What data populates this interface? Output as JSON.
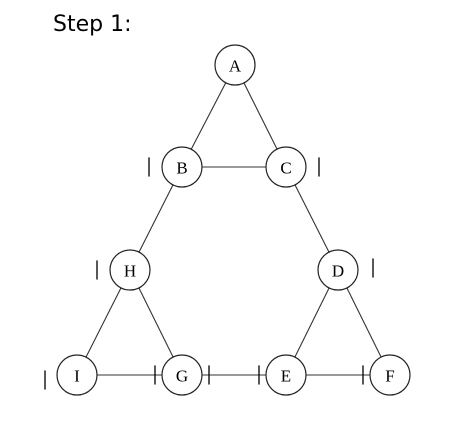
{
  "title": "Step 1:",
  "nodes": [
    {
      "id": "A",
      "label": "A"
    },
    {
      "id": "B",
      "label": "B"
    },
    {
      "id": "C",
      "label": "C"
    },
    {
      "id": "D",
      "label": "D"
    },
    {
      "id": "E",
      "label": "E"
    },
    {
      "id": "F",
      "label": "F"
    },
    {
      "id": "G",
      "label": "G"
    },
    {
      "id": "H",
      "label": "H"
    },
    {
      "id": "I",
      "label": "I"
    }
  ],
  "edges": [
    [
      "A",
      "B"
    ],
    [
      "A",
      "C"
    ],
    [
      "B",
      "C"
    ],
    [
      "B",
      "H"
    ],
    [
      "C",
      "D"
    ],
    [
      "H",
      "I"
    ],
    [
      "H",
      "G"
    ],
    [
      "D",
      "E"
    ],
    [
      "D",
      "F"
    ],
    [
      "I",
      "G"
    ],
    [
      "G",
      "E"
    ],
    [
      "E",
      "F"
    ]
  ],
  "marked_nodes": [
    "B",
    "C",
    "D",
    "H",
    "I"
  ],
  "marked_edge_ends": [
    [
      "G",
      "I"
    ],
    [
      "G",
      "E"
    ],
    [
      "E",
      "G"
    ],
    [
      "F",
      "E"
    ]
  ]
}
